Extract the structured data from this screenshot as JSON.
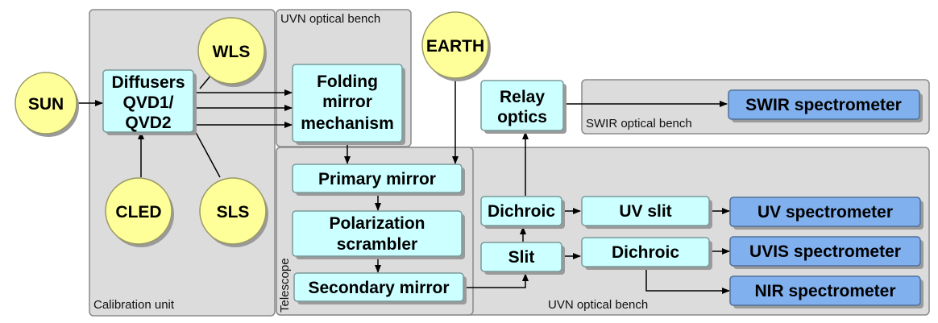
{
  "regions": {
    "calibration_unit": "Calibration unit",
    "uvn_bench_top": "UVN optical bench",
    "uvn_bench_bottom": "UVN optical bench",
    "swir_bench": "SWIR optical bench",
    "telescope": "Telescope"
  },
  "sources": {
    "sun": "SUN",
    "wls": "WLS",
    "cled": "CLED",
    "sls": "SLS",
    "earth": "EARTH"
  },
  "components": {
    "diffusers": [
      "Diffusers",
      "QVD1/",
      "QVD2"
    ],
    "folding_mirror": [
      "Folding",
      "mirror",
      "mechanism"
    ],
    "relay_optics": [
      "Relay",
      "optics"
    ],
    "primary_mirror": "Primary mirror",
    "polarization_scrambler": [
      "Polarization",
      "scrambler"
    ],
    "secondary_mirror": "Secondary mirror",
    "dichroic_top": "Dichroic",
    "slit": "Slit",
    "uv_slit": "UV slit",
    "dichroic_bottom": "Dichroic"
  },
  "spectrometers": {
    "swir": "SWIR spectrometer",
    "uv": "UV spectrometer",
    "uvis": "UVIS spectrometer",
    "nir": "NIR spectrometer"
  },
  "colors": {
    "region_fill": "#dcdcdc",
    "component_fill": "#ccffff",
    "spectrometer_fill": "#80b0ee",
    "source_fill": "#ffff99"
  }
}
